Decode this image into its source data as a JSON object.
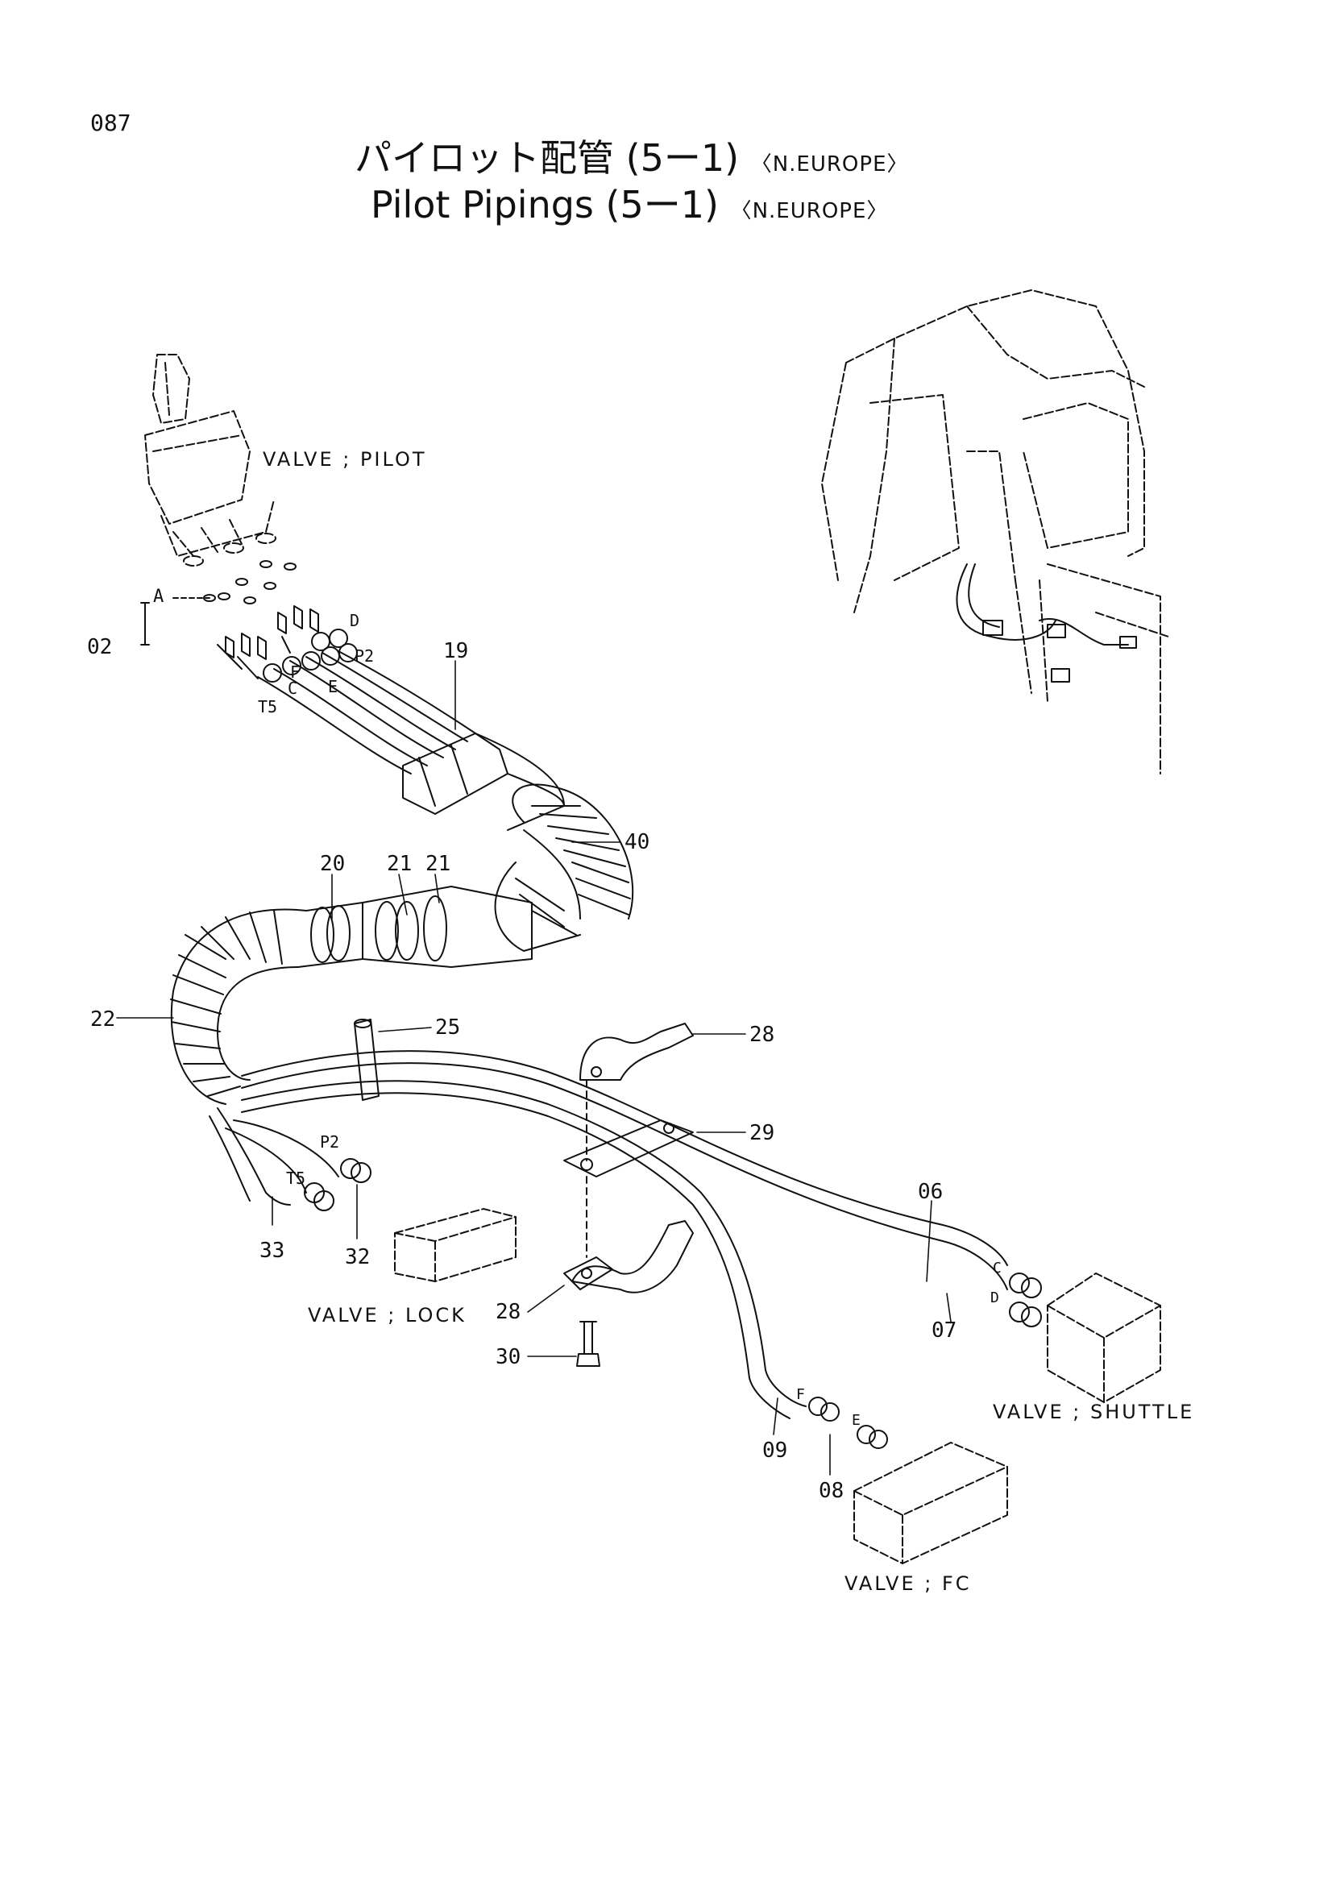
{
  "page_number": "087",
  "title": {
    "ja": "パイロット配管 (5ー1)",
    "en": "Pilot Pipings (5ー1)",
    "region": "〈N.EUROPE〉"
  },
  "components": {
    "valve_pilot": "VALVE ; PILOT",
    "valve_lock": "VALVE ; LOCK",
    "valve_shuttle": "VALVE ; SHUTTLE",
    "valve_fc": "VALVE ; FC"
  },
  "part_numbers": {
    "p02": "02",
    "p06": "06",
    "p07": "07",
    "p08": "08",
    "p09": "09",
    "p19": "19",
    "p20": "20",
    "p21a": "21",
    "p21b": "21",
    "p22": "22",
    "p25": "25",
    "p28a": "28",
    "p28b": "28",
    "p29": "29",
    "p30": "30",
    "p32": "32",
    "p33": "33",
    "p40": "40"
  },
  "port_labels": {
    "a": "A",
    "d": "D",
    "p2_top": "P2",
    "f_top": "F",
    "c_top": "C",
    "e_top": "E",
    "t5_top": "T5",
    "p2_low": "P2",
    "t5_low": "T5",
    "c_low": "C",
    "d_low": "D",
    "f_low": "F",
    "e_low": "E"
  }
}
